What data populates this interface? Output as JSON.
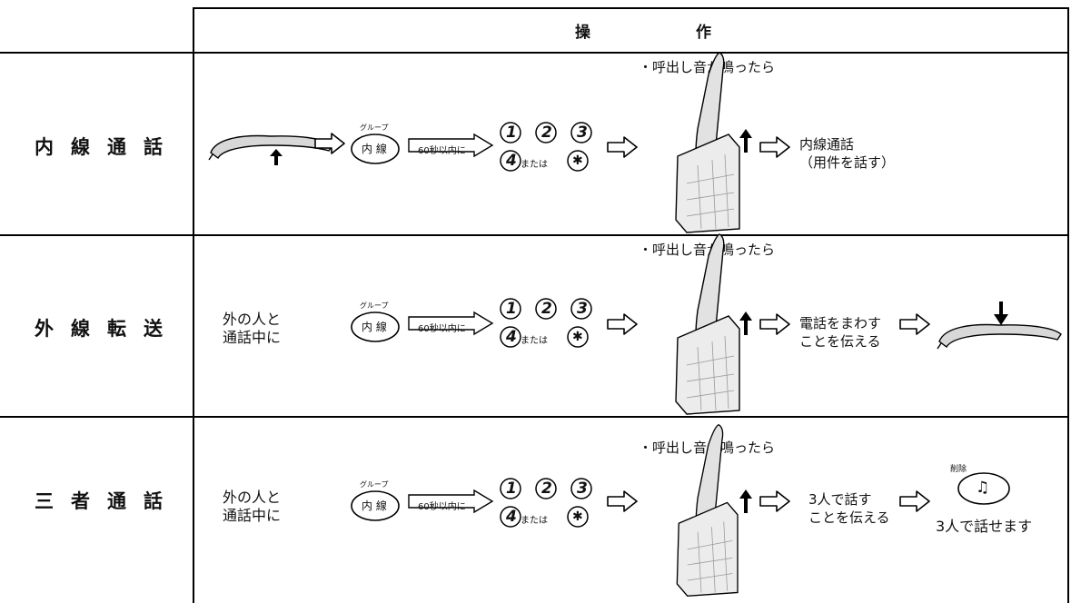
{
  "header": {
    "col1": "操",
    "col2": "作"
  },
  "rows": [
    {
      "label": "内線通話",
      "ring_note": "・呼出し音が鳴ったら",
      "group_label": "グループ",
      "naisen_key": "内 線",
      "within_label": "60秒以内に",
      "keys": [
        "1",
        "2",
        "3",
        "4"
      ],
      "or_label": "または",
      "star_key": "✱",
      "result_line1": "内線通話",
      "result_line2": "（用件を話す）"
    },
    {
      "label": "外線転送",
      "intro_line1": "外の人と",
      "intro_line2": "通話中に",
      "ring_note": "・呼出し音が鳴ったら",
      "group_label": "グループ",
      "naisen_key": "内 線",
      "within_label": "60秒以内に",
      "keys": [
        "1",
        "2",
        "3",
        "4"
      ],
      "or_label": "または",
      "star_key": "✱",
      "action_line1": "電話をまわす",
      "action_line2": "ことを伝える"
    },
    {
      "label": "三者通話",
      "intro_line1": "外の人と",
      "intro_line2": "通話中に",
      "ring_note": "・呼出し音が鳴ったら",
      "group_label": "グループ",
      "naisen_key": "内 線",
      "within_label": "60秒以内に",
      "keys": [
        "1",
        "2",
        "3",
        "4"
      ],
      "or_label": "または",
      "star_key": "✱",
      "action_line1": "3人で話す",
      "action_line2": "ことを伝える",
      "delete_label": "削除",
      "music_icon": "♫",
      "final_text": "3人で話せます"
    }
  ],
  "colors": {
    "line": "#000000",
    "text": "#111111",
    "shade": "#bdbdbd"
  }
}
